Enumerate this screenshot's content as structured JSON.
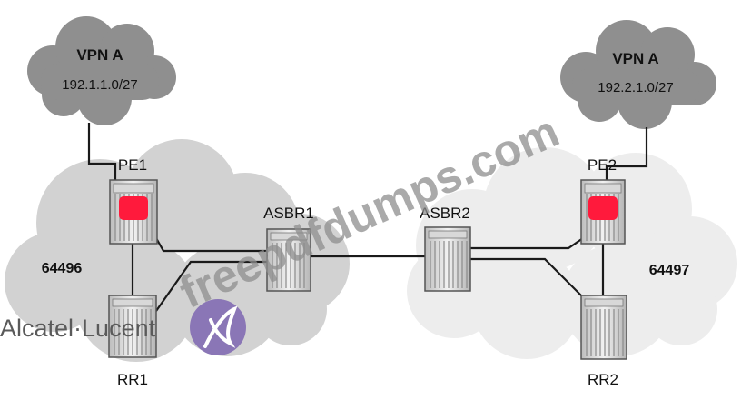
{
  "vpn_left": {
    "name": "VPN A",
    "prefix": "192.1.1.0/27"
  },
  "vpn_right": {
    "name": "VPN A",
    "prefix": "192.2.1.0/27"
  },
  "as_left": "64496",
  "as_right": "64497",
  "nodes": {
    "pe1": "PE1",
    "pe2": "PE2",
    "asbr1": "ASBR1",
    "asbr2": "ASBR2",
    "rr1": "RR1",
    "rr2": "RR2"
  },
  "brand": {
    "text": "Alcatel·Lucent"
  },
  "watermark": "freepdfdumps.com",
  "colors": {
    "vpn_cloud": "#8f8f8f",
    "as_left_cloud": "#d2d2d2",
    "as_right_cloud": "#ededed",
    "pe_indicator": "#ff1a3c",
    "brand_logo": "#8a76b6"
  }
}
